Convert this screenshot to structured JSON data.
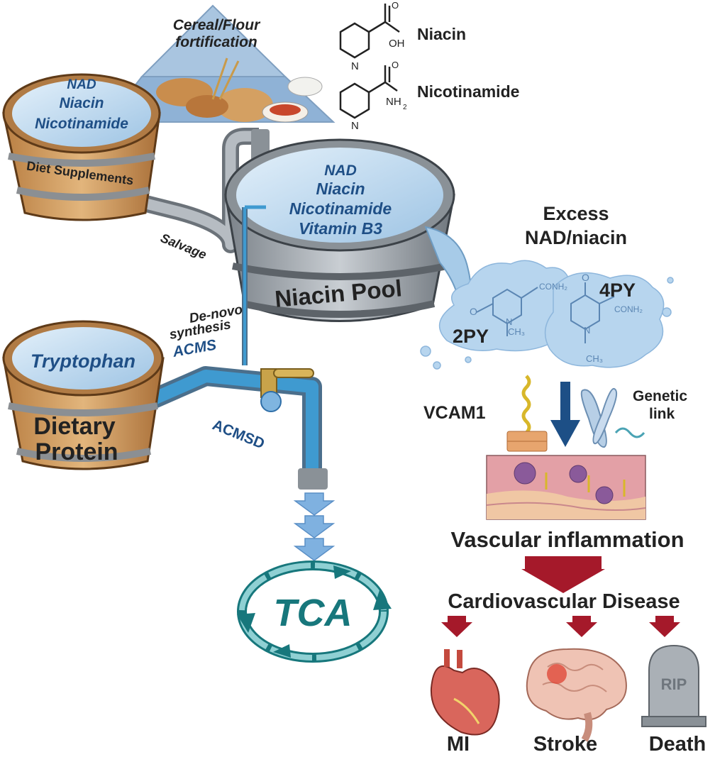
{
  "pyramid": {
    "line1": "Cereal/Flour",
    "line2": "fortification"
  },
  "compounds": [
    {
      "name": "Niacin",
      "group_oh": "OH",
      "ring_n": "N"
    },
    {
      "name": "Nicotinamide",
      "group_nh": "NH",
      "sub2": "2",
      "ring_n": "N"
    }
  ],
  "supplements_barrel": {
    "lines": [
      "NAD",
      "Niacin",
      "Nicotinamide"
    ],
    "label": "Diet Supplements"
  },
  "salvage_label": "Salvage",
  "pool_barrel": {
    "lines": [
      "NAD",
      "Niacin",
      "Nicotinamide",
      "Vitamin B3"
    ],
    "label": "Niacin Pool"
  },
  "protein_barrel": {
    "top": "Tryptophan",
    "label_line1": "Dietary",
    "label_line2": "Protein"
  },
  "denovo": {
    "line1": "De-novo",
    "line2": "synthesis",
    "acms": "ACMS"
  },
  "acmsd_label": "ACMSD",
  "tca_label": "TCA",
  "excess": {
    "line1": "Excess",
    "line2": "NAD/niacin"
  },
  "metabolites": {
    "py2": "2PY",
    "py4": "4PY",
    "conh2": "CONH₂",
    "ch3": "CH₃",
    "o": "O",
    "n": "N"
  },
  "vcam1": "VCAM1",
  "genetic": {
    "line1": "Genetic",
    "line2": "link"
  },
  "vascular": "Vascular inflammation",
  "cvd": "Cardiovascular Disease",
  "outcomes": [
    "MI",
    "Stroke",
    "Death"
  ],
  "tombstone_text": "RIP",
  "colors": {
    "water": "#bcd7ee",
    "wood": "#d9a66b",
    "wood_dark": "#8a5a2b",
    "pipe": "#8d949b",
    "blue_arrow": "#2f6fa8",
    "dark_red": "#a5192a",
    "teal": "#17777c",
    "label_blue": "#1f4f86"
  }
}
